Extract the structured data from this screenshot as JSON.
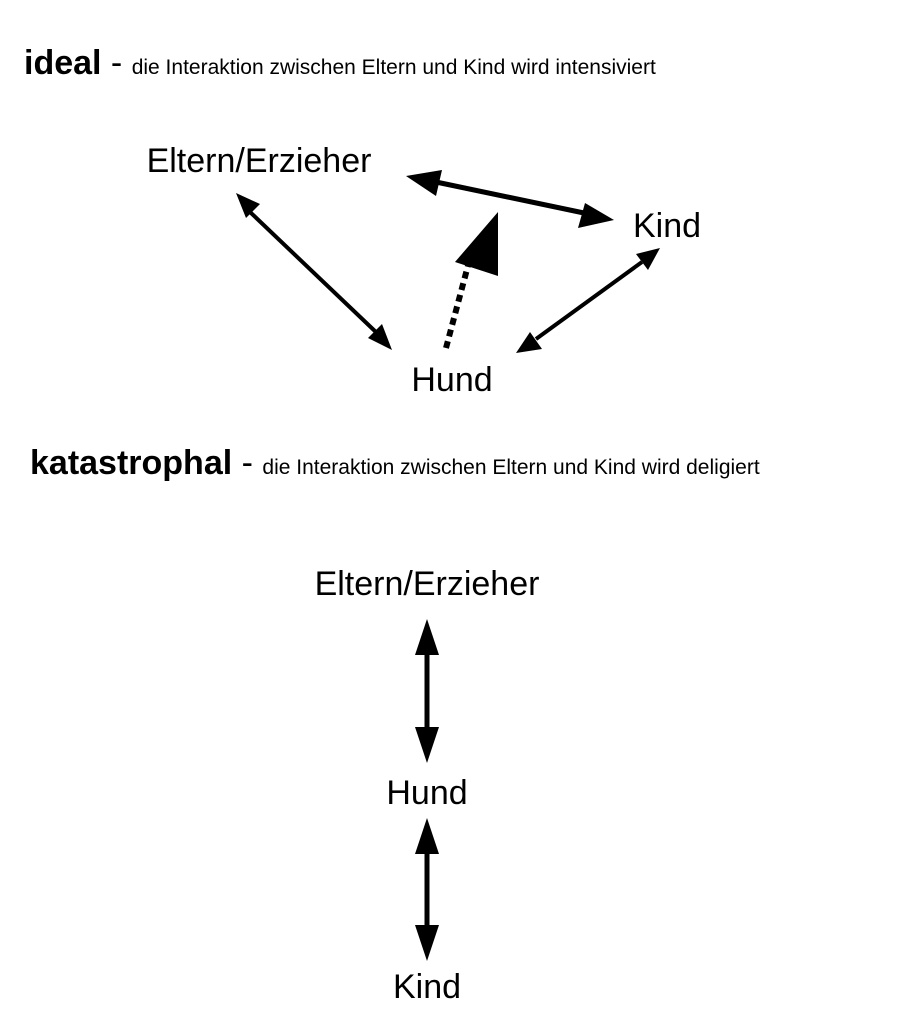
{
  "ideal": {
    "keyword": "ideal",
    "separator": " - ",
    "description": "die Interaktion zwischen Eltern und Kind wird intensiviert",
    "nodes": {
      "eltern": "Eltern/Erzieher",
      "kind": "Kind",
      "hund": "Hund"
    }
  },
  "katastrophal": {
    "keyword": "katastrophal",
    "separator": " - ",
    "description": "die Interaktion zwischen Eltern und Kind wird deligiert",
    "nodes": {
      "eltern": "Eltern/Erzieher",
      "hund": "Hund",
      "kind": "Kind"
    }
  },
  "colors": {
    "ink": "#000000",
    "background": "#ffffff"
  }
}
